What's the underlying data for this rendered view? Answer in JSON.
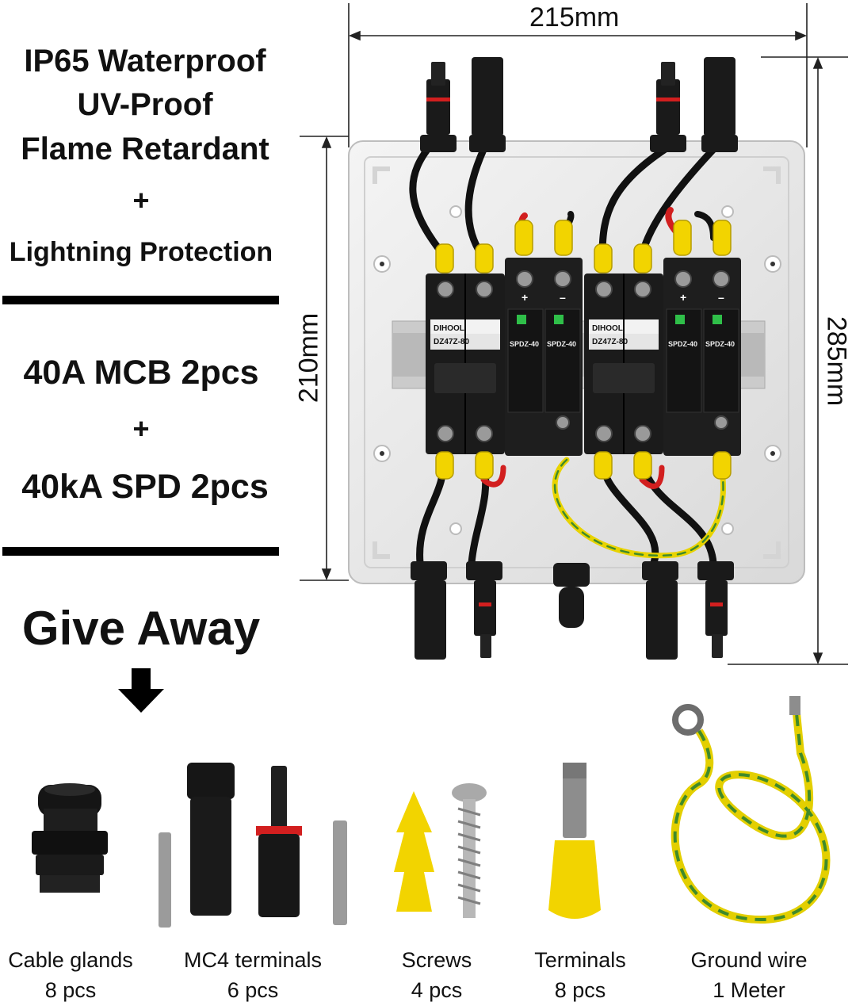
{
  "features": {
    "line1": "IP65 Waterproof",
    "line2": "UV-Proof",
    "line3": "Flame Retardant",
    "plus": "+",
    "line4": "Lightning Protection"
  },
  "components": {
    "mcb": "40A MCB 2pcs",
    "plus": "+",
    "spd": "40kA SPD 2pcs"
  },
  "give_away": "Give Away",
  "dimensions": {
    "width": "215mm",
    "height_box": "210mm",
    "height_total": "285mm"
  },
  "device_labels": {
    "brand": "DIHOOL",
    "mcb_model": "DZ47Z-80",
    "spd_model": "SPDZ-40",
    "plus_sign": "+",
    "minus_sign": "–"
  },
  "accessories": [
    {
      "name": "Cable glands",
      "qty": "8 pcs"
    },
    {
      "name": "MC4 terminals",
      "qty": "6 pcs"
    },
    {
      "name": "Screws",
      "qty": "4 pcs"
    },
    {
      "name": "Terminals",
      "qty": "8 pcs"
    },
    {
      "name": "Ground wire",
      "qty": "1 Meter"
    }
  ],
  "colors": {
    "enclosure": "#e9e9e9",
    "breaker": "#1a1a1a",
    "din_rail": "#c9c9c9",
    "insulator_yellow": "#f2d400",
    "cable_black": "#111111",
    "cable_red": "#d21f1f",
    "ground_green": "#3f8a2a"
  }
}
